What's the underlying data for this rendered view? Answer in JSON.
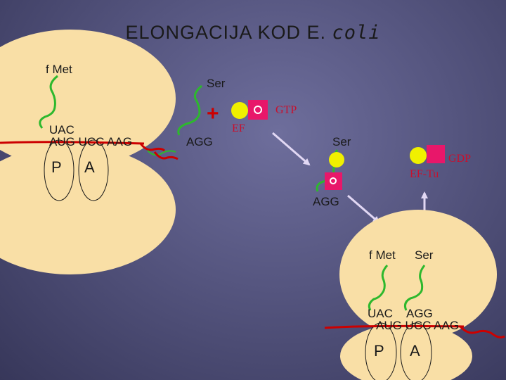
{
  "title": {
    "main": "ELONGACIJA KOD E.",
    "italic": "coli"
  },
  "ribosome1": {
    "trna_aa": "f Met",
    "anticodon": "UAC",
    "mrna": "AUG UCC AAG",
    "site_p": "P",
    "site_a": "A"
  },
  "incoming_trna": {
    "aa": "Ser",
    "anticodon": "AGG"
  },
  "plus_sign": "+",
  "factor": {
    "gtp": "GTP",
    "ef": "EF"
  },
  "complex": {
    "aa": "Ser",
    "anticodon": "AGG"
  },
  "released": {
    "gdp": "GDP",
    "ef_tu": "EF-Tu"
  },
  "ribosome2": {
    "trna1_aa": "f Met",
    "trna2_aa": "Ser",
    "anticodon1": "UAC",
    "anticodon2": "AGG",
    "mrna": "AUG UCC AAG",
    "site_p": "P",
    "site_a": "A"
  },
  "colors": {
    "ribosome": "#f9dfa6",
    "mrna": "#cc0000",
    "trna": "#2db82d",
    "ef_yellow": "#f0f000",
    "ef_pink": "#e8176a",
    "arrow": "#e2d8f4"
  }
}
